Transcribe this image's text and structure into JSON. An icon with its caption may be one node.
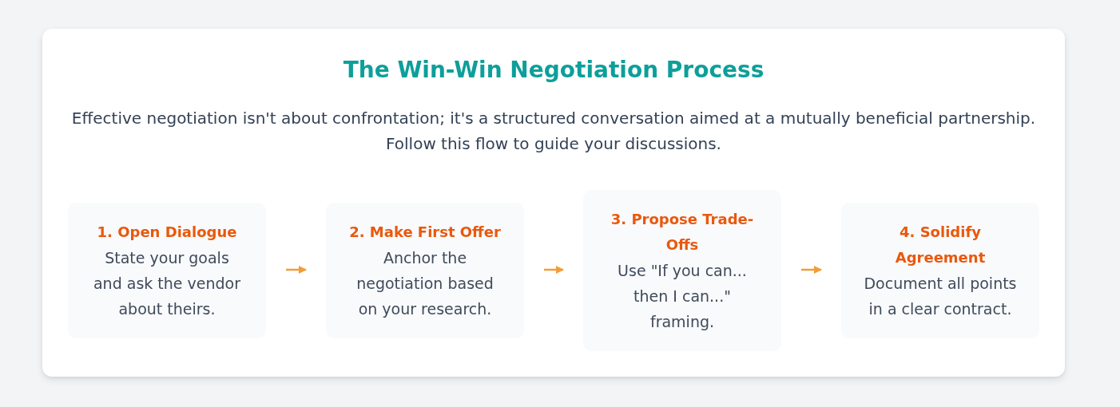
{
  "diagram": {
    "title": "The Win-Win Negotiation Process",
    "nodes": [
      {
        "text": [
          "1. Open Dialogue",
          "State your goals and ask the vendor about theirs."
        ]
      },
      {
        "text": [
          "2. Make First Offer",
          "Anchor the negotiation based on your research."
        ]
      },
      {
        "text": [
          "3. Propose Trade-Offs",
          "Use \"If you can... then I can...\" framing."
        ]
      },
      {
        "text": [
          "4. Solidify Agreement",
          "Document all points in a clear contract."
        ]
      }
    ],
    "edges": [
      {
        "from": 0,
        "to": 1,
        "arrow": "to"
      },
      {
        "from": 1,
        "to": 2,
        "arrow": "to"
      },
      {
        "from": 2,
        "to": 3,
        "arrow": "to"
      }
    ],
    "labels": [
      "Effective negotiation isn't about confrontation; it's a structured conversation aimed at a mutually beneficial partnership. Follow this flow to guide your discussions."
    ]
  }
}
